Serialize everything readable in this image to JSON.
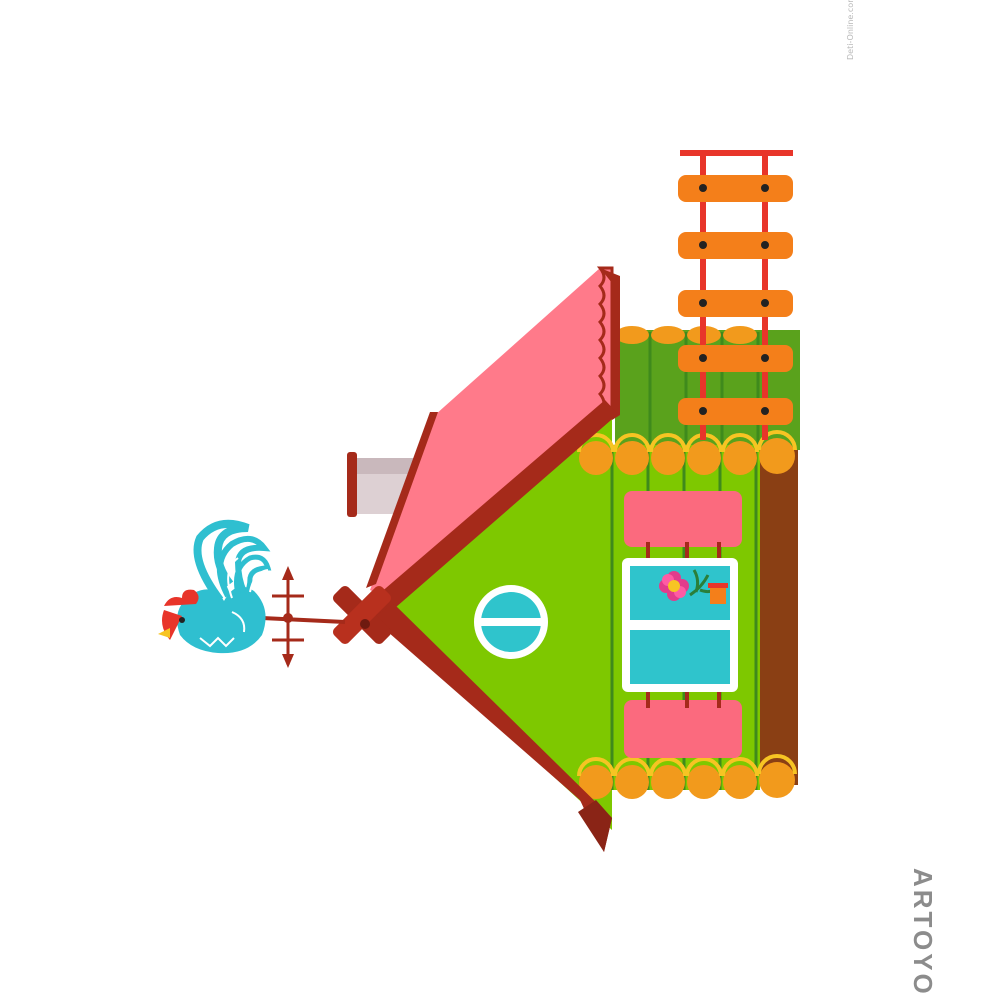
{
  "watermarks": {
    "site": "Deti-Online.com",
    "brand": "ARTOYO"
  },
  "illustration": {
    "subject_icons": [
      "log-house",
      "weathervane-rooster",
      "ladder",
      "chimney",
      "round-window",
      "flower-window"
    ],
    "colors": {
      "roof": "#ff7a8a",
      "roof_edge": "#a52a1a",
      "wall": "#7ec800",
      "wall_line": "#3f8a1c",
      "log_end": "#f29a1c",
      "log_end_rim": "#f7c423",
      "side_wall": "#8a3f14",
      "ladder_rail": "#e8352a",
      "ladder_rung": "#f47f1a",
      "window_glass": "#2fc4cc",
      "shutter": "#fb6a7e",
      "chimney": "#ddd0d3",
      "rooster": "#2fbfd0"
    }
  }
}
